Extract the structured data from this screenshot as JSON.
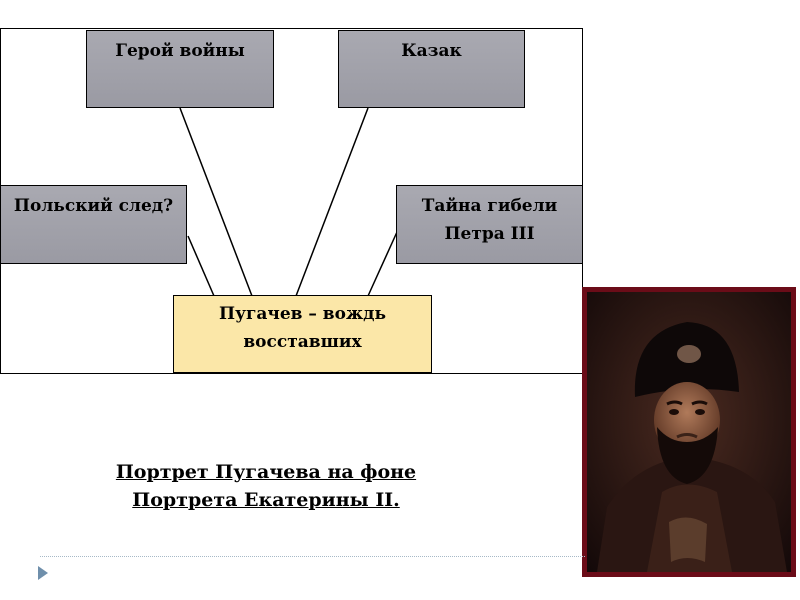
{
  "diagram": {
    "boxes": {
      "hero": {
        "line1": "Герой войны"
      },
      "cossack": {
        "line1": "Казак"
      },
      "polish": {
        "line1": "Польский след?"
      },
      "peter": {
        "line1": "Тайна гибели",
        "line2": "Петра III"
      },
      "leader": {
        "line1": "Пугачев – вождь",
        "line2": "восставших"
      }
    },
    "colors": {
      "outer_box": "#9e9ea7",
      "center_box": "#fbe7a8",
      "portrait_frame": "#6b0c18"
    }
  },
  "caption": {
    "line1": "Портрет Пугачева на фоне",
    "line2": "Портрета Екатерины II."
  }
}
